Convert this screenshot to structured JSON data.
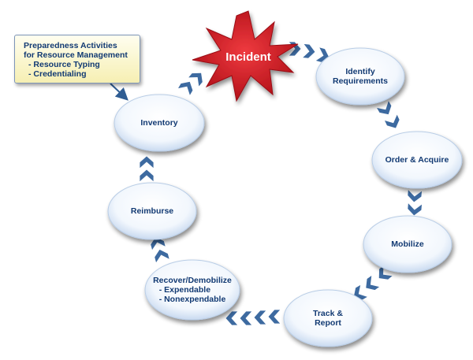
{
  "callout": {
    "title_line1": "Preparedness Activities",
    "title_line2": "for Resource Management",
    "items": [
      "- Resource Typing",
      "- Credentialing"
    ]
  },
  "incident": {
    "label": "Incident"
  },
  "nodes": {
    "identify": {
      "line1": "Identify",
      "line2": "Requirements"
    },
    "order": {
      "label": "Order & Acquire"
    },
    "mobilize": {
      "label": "Mobilize"
    },
    "track": {
      "line1": "Track &",
      "line2": "Report"
    },
    "recover": {
      "label": "Recover/Demobilize",
      "items": [
        "- Expendable",
        "- Nonexpendable"
      ]
    },
    "reimburse": {
      "label": "Reimburse"
    },
    "inventory": {
      "label": "Inventory"
    }
  },
  "colors": {
    "text": "#123a73",
    "chevron": "#3d6aa0",
    "incident": "#d01f26",
    "node_fill": "#ffffff",
    "node_edge": "#b9cde6"
  }
}
